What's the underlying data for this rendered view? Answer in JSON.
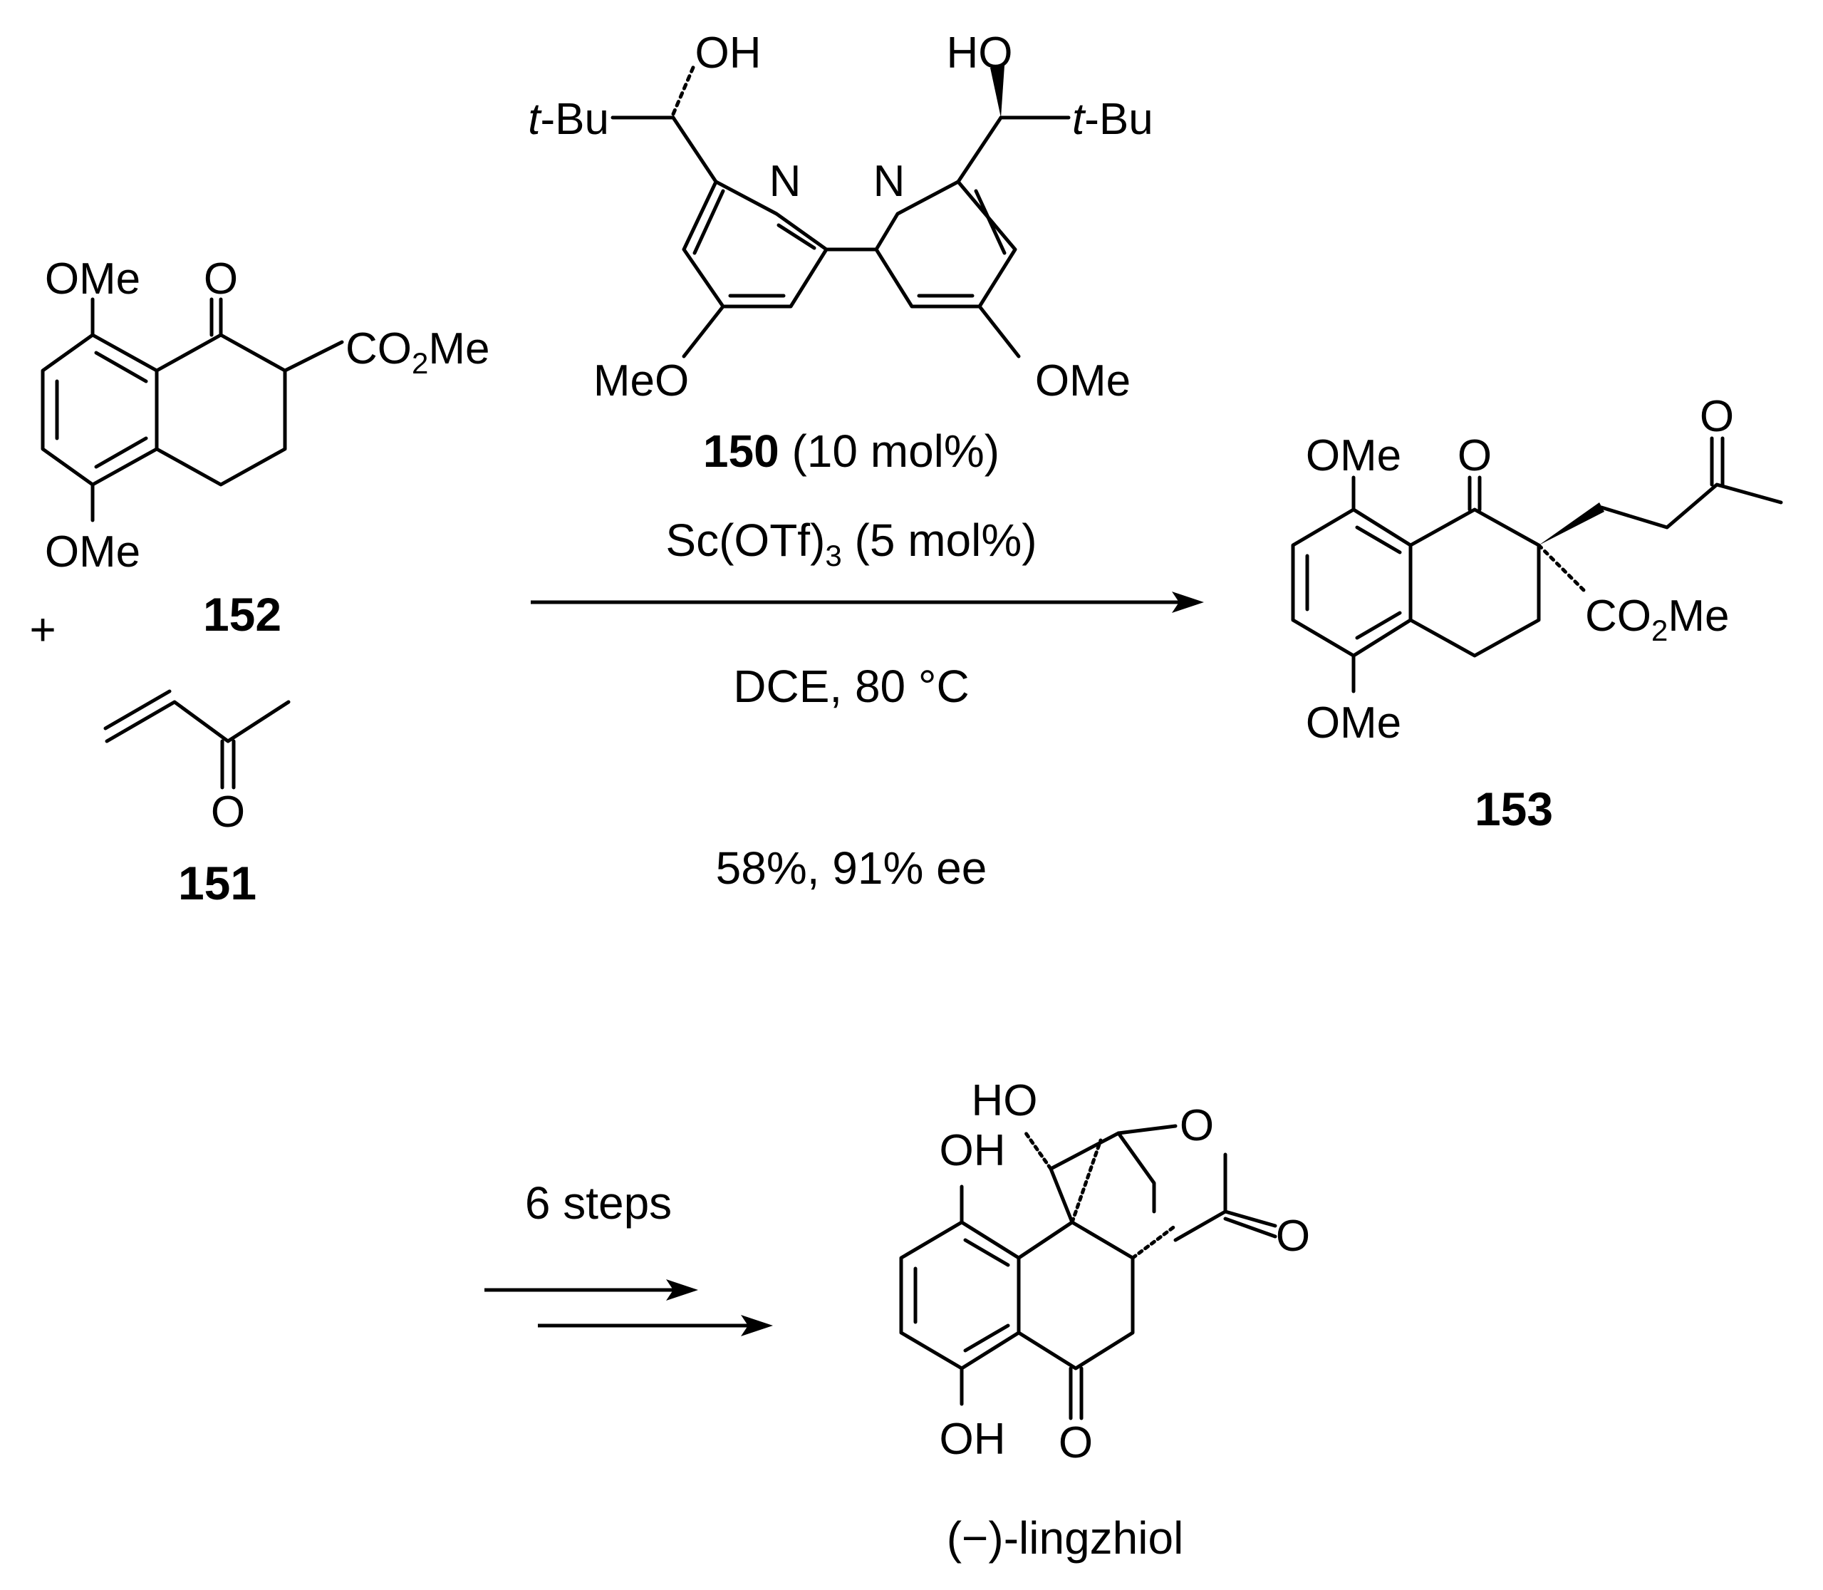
{
  "compounds": {
    "c152": {
      "label": "152",
      "ome_top": "OMe",
      "o": "O",
      "ester_a": "CO",
      "ester_sub": "2",
      "ester_b": "Me",
      "ome_bottom": "OMe"
    },
    "c151": {
      "label": "151",
      "o": "O"
    },
    "c150": {
      "oh_left": "OH",
      "tbu_left_italic": "t",
      "tbu_left_rest": "-Bu",
      "ho_right": "HO",
      "tbu_right_italic": "t",
      "tbu_right_rest": "-Bu",
      "n_left": "N",
      "n_right": "N",
      "meo_left": "MeO",
      "ome_right": "OMe"
    },
    "c153": {
      "label": "153",
      "ome_top": "OMe",
      "o_ketone": "O",
      "o_side": "O",
      "ester_a": "CO",
      "ester_sub": "2",
      "ester_b": "Me",
      "ome_bottom": "OMe"
    },
    "lingzhiol": {
      "label": "(−)-lingzhiol",
      "ho": "HO",
      "oh_top": "OH",
      "oh_bottom": "OH",
      "o_ring": "O",
      "o_lactone": "O",
      "o_ketone": "O"
    }
  },
  "plus": "+",
  "conditions": {
    "catalyst_label": "150",
    "catalyst_loading": " (10 mol%)",
    "lewis_acid_a": "Sc(OTf)",
    "lewis_acid_sub": "3",
    "lewis_acid_b": " (5 mol%)",
    "solvent_temp": "DCE, 80 °C",
    "yield": "58%, 91% ee",
    "steps": "6 steps"
  }
}
